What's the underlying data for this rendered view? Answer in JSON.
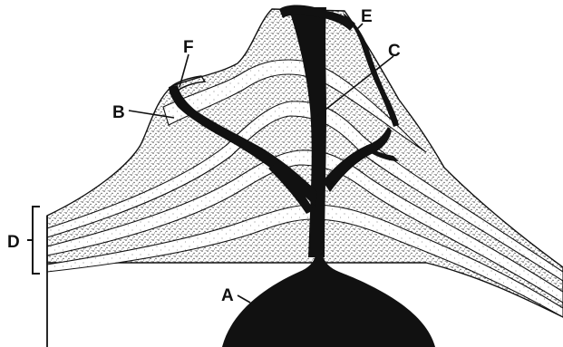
{
  "labels": {
    "A": "A",
    "B": "B",
    "C": "C",
    "D": "D",
    "E": "E",
    "F": "F"
  },
  "colors": {
    "ink": "#111111",
    "layer_light": "#f4f4f4",
    "layer_dotted": "#dcdcdc"
  }
}
